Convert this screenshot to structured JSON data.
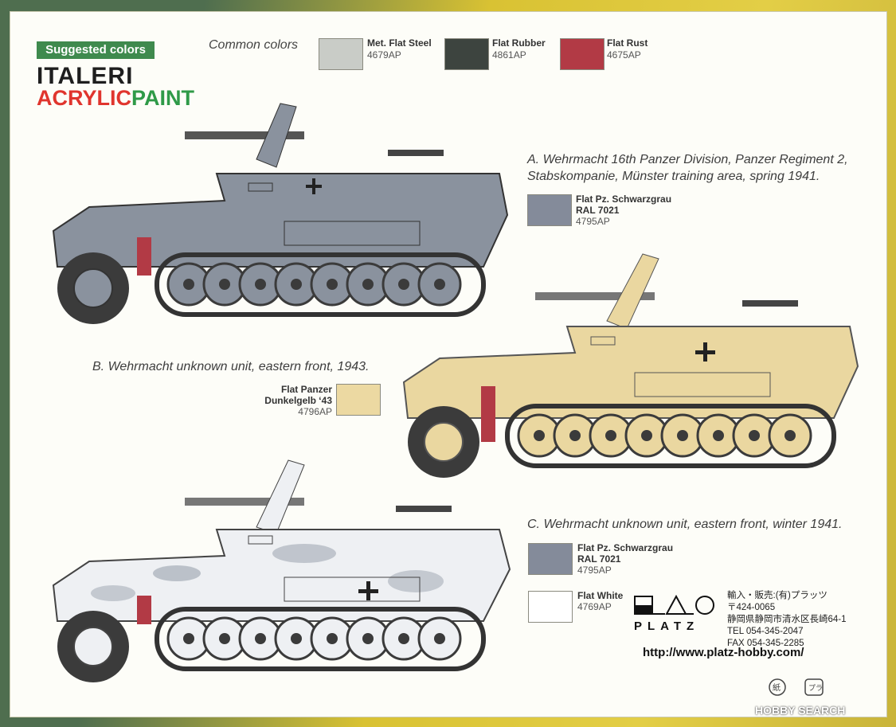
{
  "brand": {
    "suggested_colors": "Suggested colors",
    "line1": "ITALERI",
    "line2_part1": "ACRYLIC",
    "line2_part2": "PAINT"
  },
  "common_colors": {
    "label": "Common colors",
    "swatches": [
      {
        "name": "Met. Flat Steel",
        "code": "4679AP",
        "color": "#c9ccc7"
      },
      {
        "name": "Flat Rubber",
        "code": "4861AP",
        "color": "#3d443f"
      },
      {
        "name": "Flat Rust",
        "code": "4675AP",
        "color": "#b23a45"
      }
    ]
  },
  "schemes": {
    "a": {
      "caption_line1": "A. Wehrmacht 16th Panzer Division, Panzer Regiment 2,",
      "caption_line2": "Stabskompanie, Münster training area, spring 1941.",
      "paint_name": "Flat Pz. Schwarzgrau",
      "paint_ral": "RAL 7021",
      "paint_code": "4795AP",
      "paint_color": "#848b9a"
    },
    "b": {
      "caption": "B. Wehrmacht unknown unit, eastern front, 1943.",
      "paint_name_line1": "Flat Panzer",
      "paint_name_line2": "Dunkelgelb ‘43",
      "paint_code": "4796AP",
      "paint_color": "#ecd9a2"
    },
    "c": {
      "caption": "C. Wehrmacht unknown unit, eastern front, winter 1941.",
      "paint1_name": "Flat Pz. Schwarzgrau",
      "paint1_ral": "RAL 7021",
      "paint1_code": "4795AP",
      "paint1_color": "#848b9a",
      "paint2_name": "Flat White",
      "paint2_code": "4769AP",
      "paint2_color": "#ffffff"
    }
  },
  "vehicle_colors": {
    "grey": "#8a929e",
    "yellow": "#ead7a0",
    "white": "#eef0f3",
    "dark": "#3b3b3b",
    "rust": "#b23a45"
  },
  "platz": {
    "logo_word": "PLATZ",
    "line1": "輸入・販売:(有)プラッツ",
    "line2": "〒424-0065",
    "line3": "静岡県静岡市清水区長崎64-1",
    "line4": "TEL 054-345-2047",
    "line5": "FAX 054-345-2285",
    "url": "http://www.platz-hobby.com/"
  },
  "watermark": "HOBBY SEARCH"
}
